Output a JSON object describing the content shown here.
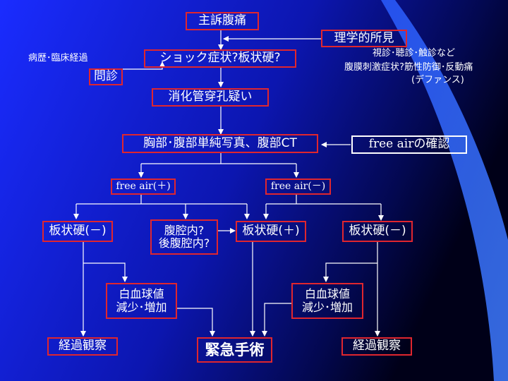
{
  "colors": {
    "background": "#1226e0",
    "box_border": "#e0262e",
    "text": "#ffffff"
  },
  "nodes": {
    "chief_complaint": "主訴腹痛",
    "physical_findings": "理学的所見",
    "shock_rigidity": "ショック症状?板状硬?",
    "interview": "問診",
    "perforation_suspected": "消化管穿孔疑い",
    "xray_ct": "胸部･腹部単純写真、腹部CT",
    "free_air_confirm": "free airの確認",
    "free_air_positive": "free air(＋)",
    "free_air_negative": "free air(－)",
    "rigidity_negative_left": "板状硬(－)",
    "peritoneal_question": "腹腔内?\n後腹腔内?",
    "rigidity_positive": "板状硬(＋)",
    "rigidity_negative_right": "板状硬(－)",
    "wbc_left": "白血球値\n減少･増加",
    "wbc_right": "白血球値\n減少･増加",
    "observation_left": "経過観察",
    "emergency_surgery": "緊急手術",
    "observation_right": "経過観察"
  },
  "notes": {
    "history": "病歴･臨床経過",
    "exam_methods": "視診･聴診･触診など",
    "peritoneal_signs": "腹膜刺激症状?筋性防御･反動痛",
    "defense": "(デファンス)"
  }
}
